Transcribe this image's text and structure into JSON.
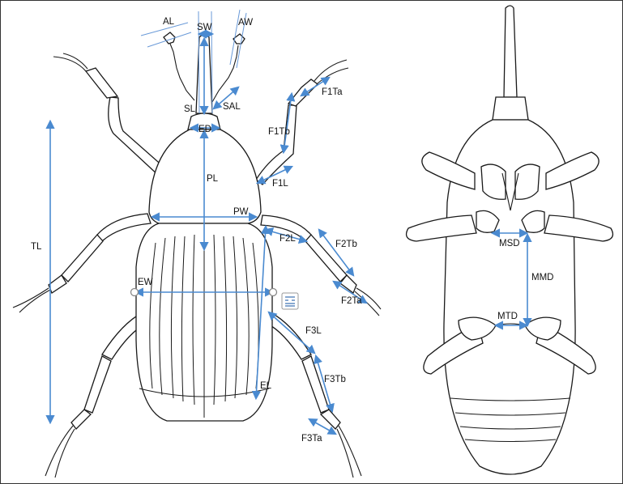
{
  "labels": {
    "AL": "AL",
    "SW": "SW",
    "AW": "AW",
    "SL": "SL",
    "SAL": "SAL",
    "ED": "ED",
    "F1Ta": "F1Ta",
    "F1Tb": "F1Tb",
    "F1L": "F1L",
    "PL": "PL",
    "PW": "PW",
    "F2L": "F2L",
    "F2Tb": "F2Tb",
    "TL": "TL",
    "EW": "EW",
    "F2Ta": "F2Ta",
    "F3L": "F3L",
    "F3Tb": "F3Tb",
    "EL": "EL",
    "F3Ta": "F3Ta",
    "MSD": "MSD",
    "MMD": "MMD",
    "MTD": "MTD"
  },
  "colors": {
    "measurement": "#4a8ad0",
    "outline": "#1a1a1a",
    "background": "#ffffff"
  },
  "icons": [
    "resize-handle-icon",
    "wrap-text-icon"
  ]
}
